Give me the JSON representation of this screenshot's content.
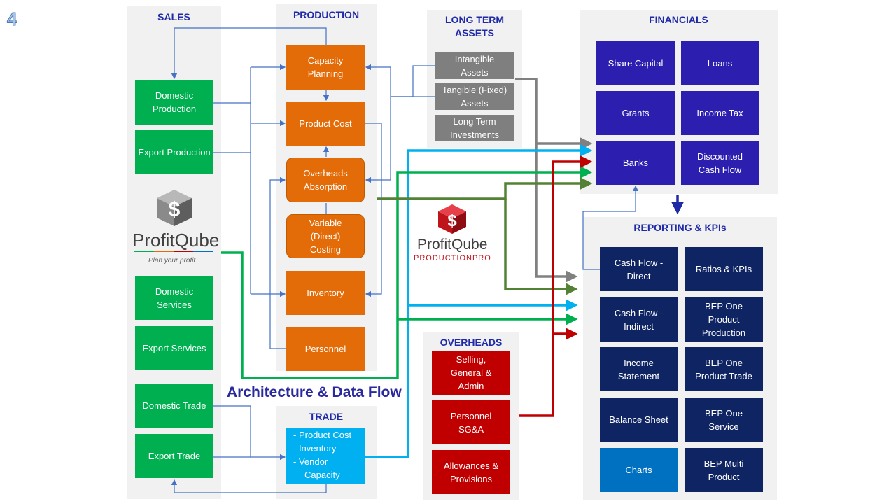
{
  "page_number": "4",
  "title": "Architecture & Data Flow",
  "sections": {
    "sales": "SALES",
    "production": "PRODUCTION",
    "long_term_assets": "LONG TERM ASSETS",
    "financials": "FINANCIALS",
    "reporting": "REPORTING & KPIs",
    "overheads": "OVERHEADS",
    "trade": "TRADE"
  },
  "sales": {
    "domestic_production": "Domestic Production",
    "export_production": "Export Production",
    "domestic_services": "Domestic Services",
    "export_services": "Export Services",
    "domestic_trade": "Domestic Trade",
    "export_trade": "Export Trade"
  },
  "production": {
    "capacity_planning": "Capacity Planning",
    "product_cost": "Product Cost",
    "overheads_absorption": "Overheads Absorption",
    "variable_costing": "Variable (Direct) Costing",
    "inventory": "Inventory",
    "personnel": "Personnel"
  },
  "assets": {
    "intangible": "Intangible Assets",
    "tangible": "Tangible (Fixed) Assets",
    "investments": "Long Term Investments"
  },
  "financials": {
    "share_capital": "Share Capital",
    "loans": "Loans",
    "grants": "Grants",
    "income_tax": "Income Tax",
    "banks": "Banks",
    "dcf": "Discounted Cash Flow"
  },
  "reporting": {
    "cf_direct": "Cash Flow - Direct",
    "ratios": "Ratios & KPIs",
    "cf_indirect": "Cash Flow - Indirect",
    "bep_production": "BEP One Product Production",
    "income_statement": "Income Statement",
    "bep_trade": "BEP One Product Trade",
    "balance_sheet": "Balance Sheet",
    "bep_service": "BEP One Service",
    "charts": "Charts",
    "bep_multi": "BEP Multi Product"
  },
  "overheads": {
    "sga": "Selling, General & Admin",
    "personnel_sga": "Personnel SG&A",
    "allowances": "Allowances & Provisions"
  },
  "trade": {
    "items": [
      "- Product Cost",
      "- Inventory",
      "- Vendor",
      "Capacity"
    ]
  },
  "logos": {
    "profitqube_name": "ProfitQube",
    "profitqube_tagline": "Plan your profit",
    "production_pro_name": "ProfitQube",
    "production_pro_sub": "PRODUCTIONPRO",
    "cube_symbol": "$"
  },
  "colors": {
    "green": "#00b050",
    "orange": "#e36c09",
    "grey": "#7f7f7f",
    "purple": "#2c1fb0",
    "navy": "#0f2463",
    "charts_blue": "#0070c0",
    "red": "#c00000",
    "cyan": "#00b0f0",
    "section_title": "#1f2aa8"
  }
}
